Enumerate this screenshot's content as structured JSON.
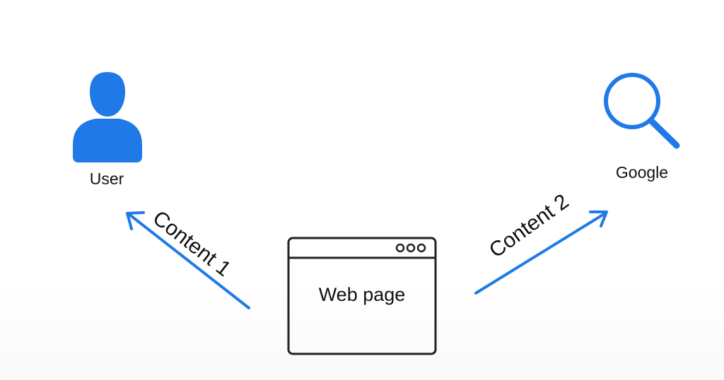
{
  "nodes": {
    "user": {
      "label": "User",
      "icon": "user-icon"
    },
    "google": {
      "label": "Google",
      "icon": "search-icon"
    },
    "webpage": {
      "label": "Web page",
      "icon": "browser-window-icon"
    }
  },
  "edges": [
    {
      "from": "webpage",
      "to": "user",
      "label": "Content 1"
    },
    {
      "from": "webpage",
      "to": "google",
      "label": "Content 2"
    }
  ],
  "colors": {
    "accent": "#1f7ae8",
    "stroke": "#222222",
    "text": "#111111"
  }
}
